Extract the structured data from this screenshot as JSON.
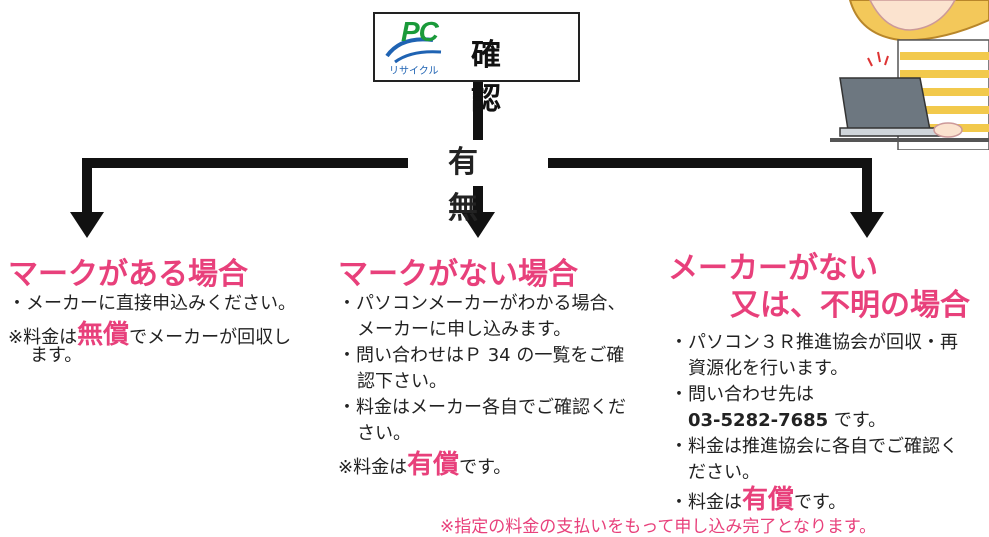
{
  "top_box": {
    "logo_text": "PC",
    "logo_sub": "リサイクル",
    "title": "確 認"
  },
  "split_label": "有 無",
  "columns": [
    {
      "heading": "マークがある場合",
      "line1": "・メーカーに直接申込みください。",
      "fee_prefix": "※料金は",
      "fee_word": "無償",
      "fee_suffix": "でメーカーが回収し",
      "fee_cont": "ます。"
    },
    {
      "heading": "マークがない場合",
      "line1": "・パソコンメーカーがわかる場合、",
      "line2": "メーカーに申し込みます。",
      "line3": "・問い合わせはＰ 34 の一覧をご確",
      "line4": "認下さい。",
      "line5": "・料金はメーカー各自でご確認くだ",
      "line6": "さい。",
      "fee_prefix": "※料金は",
      "fee_word": "有償",
      "fee_suffix": "です。"
    },
    {
      "heading1": "メーカーがない",
      "heading2": "又は、不明の場合",
      "line1": "・パソコン３Ｒ推進協会が回収・再",
      "line2": "資源化を行います。",
      "line3": "・問い合わせ先は",
      "phone": "03-5282-7685",
      "phone_suffix": " です。",
      "line5": "・料金は推進協会に各自でご確認く",
      "line6": "ださい。",
      "fee_prefix": "・料金は",
      "fee_word": "有償",
      "fee_suffix": "です。"
    }
  ],
  "footer_note": "※指定の料金の支払いをもって申し込み完了となります。",
  "colors": {
    "accent": "#e8407b",
    "logo_green": "#1a9a3a",
    "logo_blue": "#1f63b3"
  },
  "illustration": "woman-using-laptop"
}
